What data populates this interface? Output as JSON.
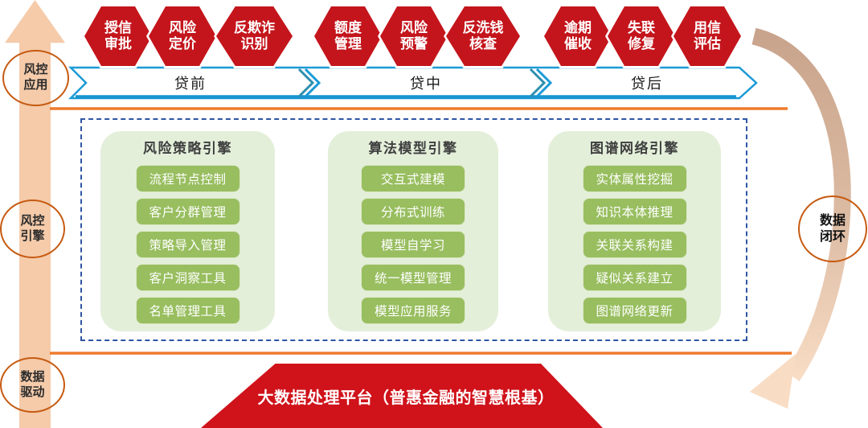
{
  "left_axis": {
    "items": [
      {
        "label": "风控\n应用"
      },
      {
        "label": "风控\n引擎"
      },
      {
        "label": "数据\n驱动"
      }
    ]
  },
  "hexagons": [
    {
      "label": "授信\n审批"
    },
    {
      "label": "风险\n定价"
    },
    {
      "label": "反欺诈\n识别"
    },
    {
      "label": "额度\n管理"
    },
    {
      "label": "风险\n预警"
    },
    {
      "label": "反洗钱\n核查"
    },
    {
      "label": "逾期\n催收"
    },
    {
      "label": "失联\n修复"
    },
    {
      "label": "用信\n评估"
    }
  ],
  "phases": [
    {
      "label": "贷前"
    },
    {
      "label": "贷中"
    },
    {
      "label": "贷后"
    }
  ],
  "engines": [
    {
      "title": "风险策略引擎",
      "items": [
        "流程节点控制",
        "客户分群管理",
        "策略导入管理",
        "客户洞察工具",
        "名单管理工具"
      ]
    },
    {
      "title": "算法模型引擎",
      "items": [
        "交互式建模",
        "分布式训练",
        "模型自学习",
        "统一模型管理",
        "模型应用服务"
      ]
    },
    {
      "title": "图谱网络引擎",
      "items": [
        "实体属性挖掘",
        "知识本体推理",
        "关联关系构建",
        "疑似关系建立",
        "图谱网络更新"
      ]
    }
  ],
  "data_loop": {
    "label": "数据\n闭环"
  },
  "platform": {
    "label": "大数据处理平台（普惠金融的智慧根基）"
  },
  "colors": {
    "hexagon_red": "#C4151C",
    "platform_red": "#D0121A",
    "button_green": "#98BE5F",
    "panel_bg": "#E4EFDA",
    "ribbon_blue": "#1B9AD6",
    "orange_line": "#EE7B2D",
    "ring_orange": "#C65A11",
    "arrow_peach": "#F5CBAA",
    "curve_tan": "#C9A48C"
  }
}
